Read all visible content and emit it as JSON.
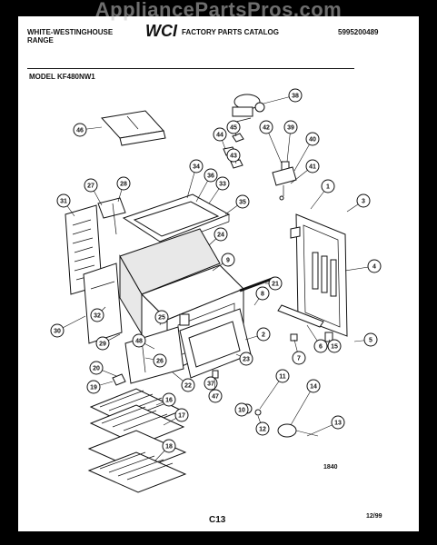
{
  "watermark": "AppliancePartsPros.com",
  "header": {
    "brand_line1": "WHITE-WESTINGHOUSE",
    "brand_line2": "RANGE",
    "catalog_label": "FACTORY PARTS CATALOG",
    "doc_number": "5995200489",
    "model_line": "MODEL KF480NW1"
  },
  "footer": {
    "page_code": "C13",
    "date": "12/99",
    "figure_number": "1840"
  },
  "callouts": [
    "1",
    "2",
    "3",
    "4",
    "5",
    "6",
    "7",
    "8",
    "9",
    "10",
    "11",
    "12",
    "13",
    "14",
    "15",
    "16",
    "17",
    "18",
    "19",
    "20",
    "21",
    "22",
    "23",
    "24",
    "25",
    "26",
    "27",
    "28",
    "29",
    "30",
    "31",
    "32",
    "33",
    "34",
    "35",
    "36",
    "37",
    "38",
    "39",
    "40",
    "41",
    "42",
    "43",
    "44",
    "45",
    "46",
    "47",
    "48"
  ]
}
